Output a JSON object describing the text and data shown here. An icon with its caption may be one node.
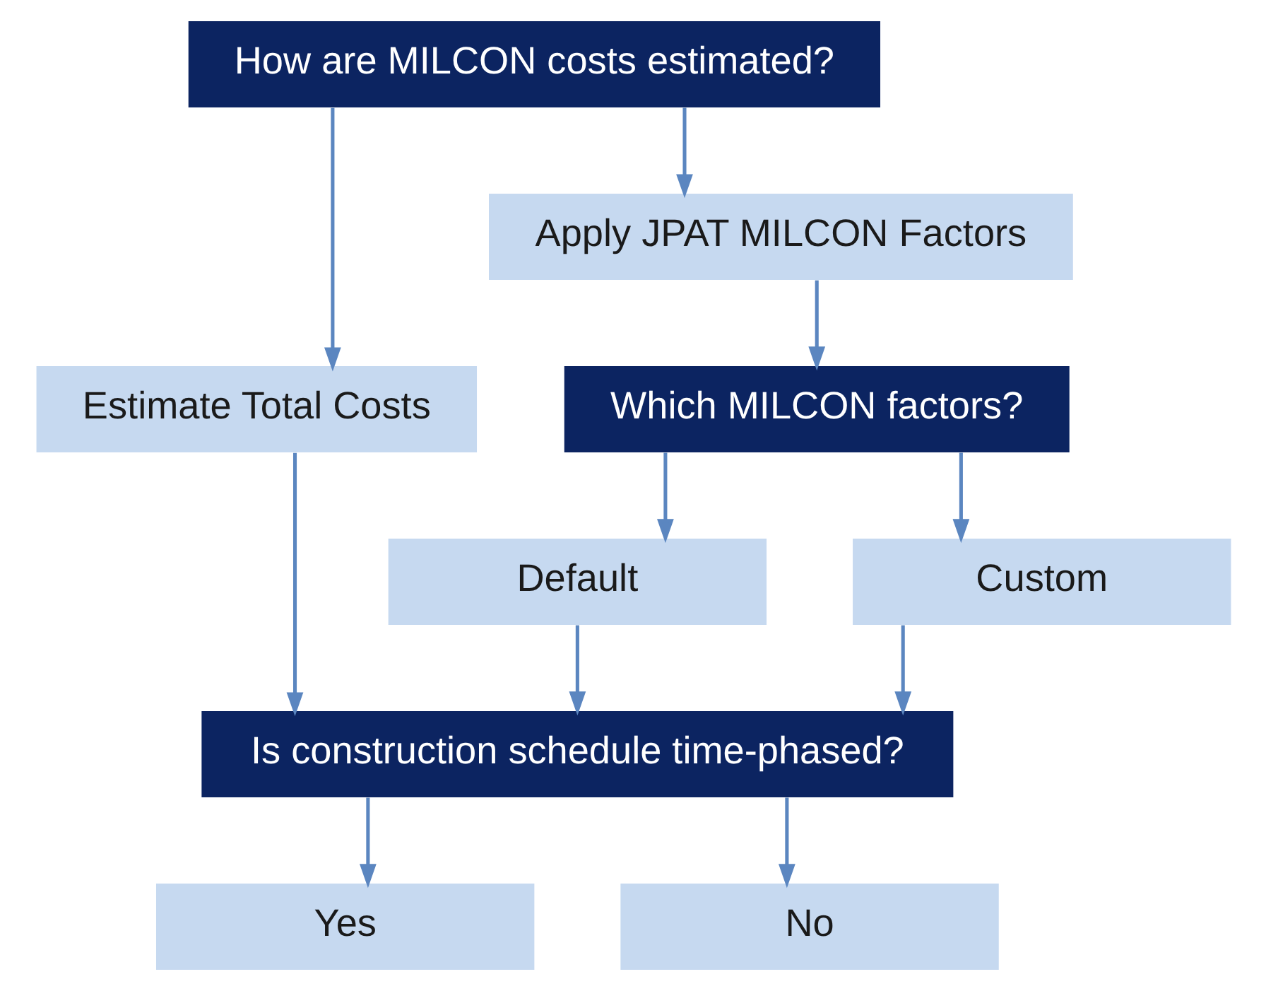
{
  "diagram": {
    "nodes": [
      {
        "text": [
          "How are MILCON costs estimated?"
        ]
      },
      {
        "text": [
          "Estimate Total Costs"
        ]
      },
      {
        "text": [
          "Apply JPAT MILCON Factors"
        ]
      },
      {
        "text": [
          "Which MILCON factors?"
        ]
      },
      {
        "text": [
          "Default"
        ]
      },
      {
        "text": [
          "Custom"
        ]
      },
      {
        "text": [
          "Is construction schedule time-phased?"
        ]
      },
      {
        "text": [
          "Yes"
        ]
      },
      {
        "text": [
          "No"
        ]
      }
    ],
    "edges": [
      {
        "from": 0,
        "to": 1,
        "arrow": "to"
      },
      {
        "from": 0,
        "to": 2,
        "arrow": "to"
      },
      {
        "from": 2,
        "to": 3,
        "arrow": "to"
      },
      {
        "from": 3,
        "to": 4,
        "arrow": "to"
      },
      {
        "from": 3,
        "to": 5,
        "arrow": "to"
      },
      {
        "from": 1,
        "to": 6,
        "arrow": "to"
      },
      {
        "from": 4,
        "to": 6,
        "arrow": "to"
      },
      {
        "from": 5,
        "to": 6,
        "arrow": "to"
      },
      {
        "from": 6,
        "to": 7,
        "arrow": "to"
      },
      {
        "from": 6,
        "to": 8,
        "arrow": "to"
      }
    ]
  }
}
